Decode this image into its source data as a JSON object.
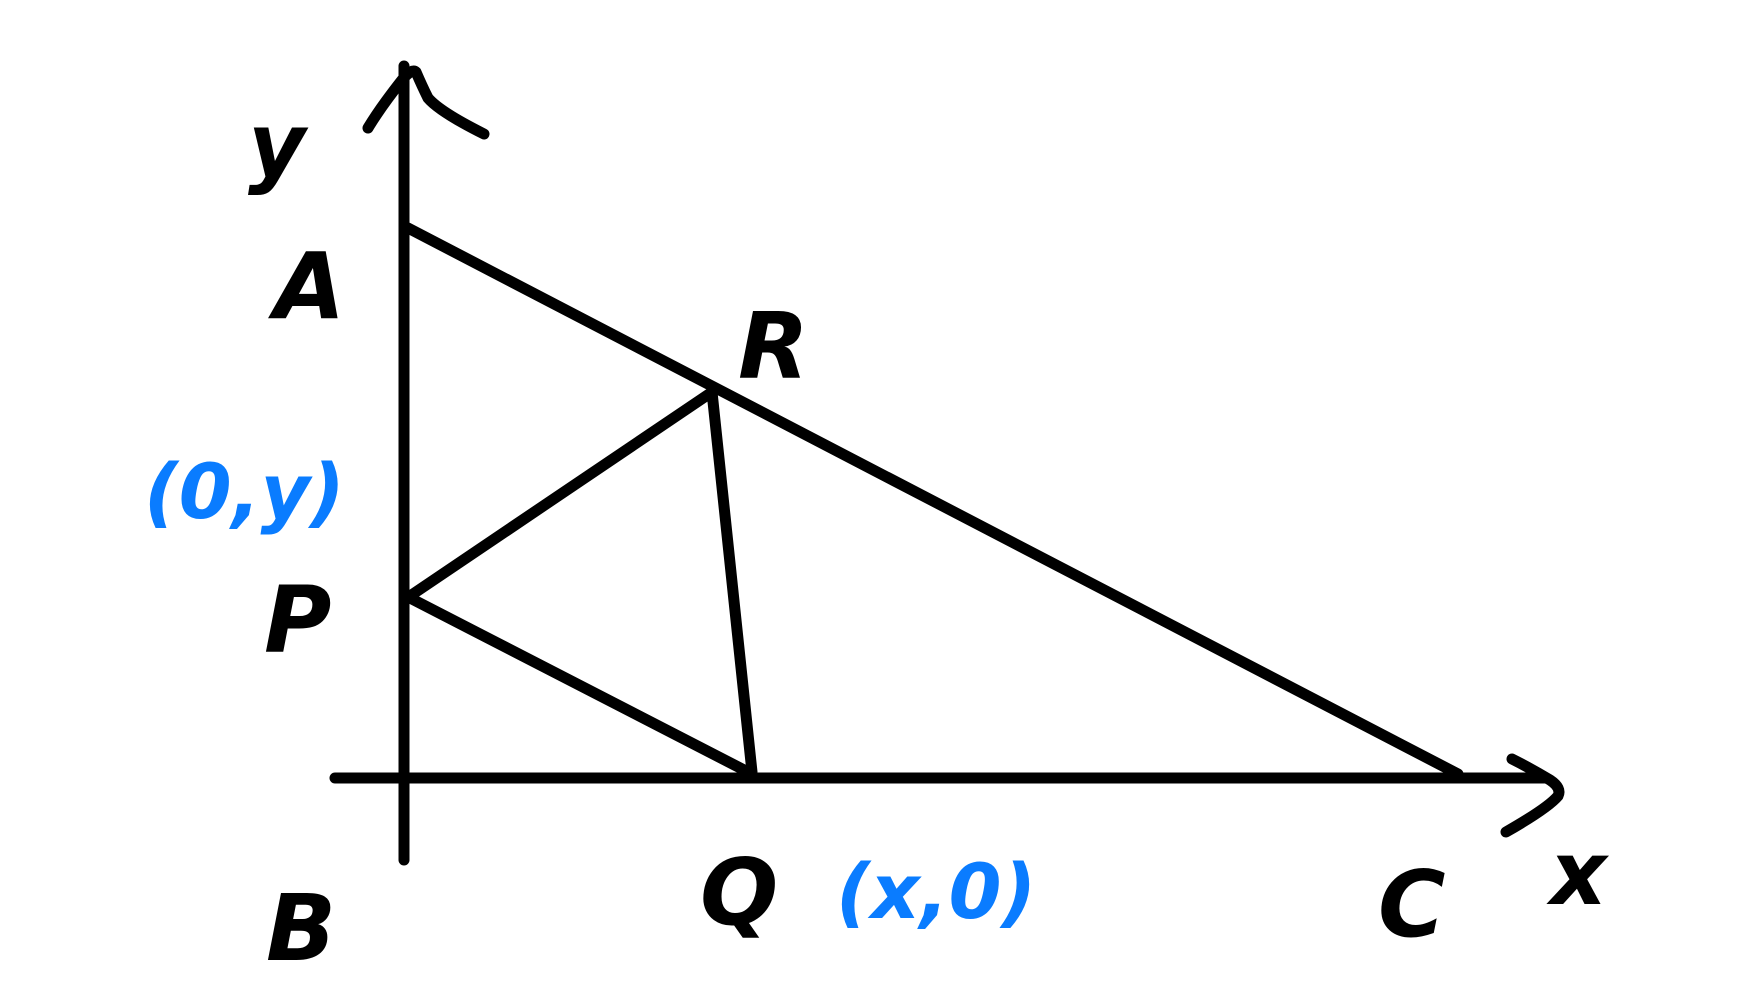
{
  "colors": {
    "ink": "#000000",
    "coordinate": "#0a7cff",
    "background": "#ffffff"
  },
  "axes": {
    "x_label": "x",
    "y_label": "y"
  },
  "points": {
    "A": {
      "label": "A"
    },
    "B": {
      "label": "B"
    },
    "C": {
      "label": "C"
    },
    "P": {
      "label": "P",
      "coordinate": "(0,y)"
    },
    "Q": {
      "label": "Q",
      "coordinate": "(x,0)"
    },
    "R": {
      "label": "R"
    }
  }
}
